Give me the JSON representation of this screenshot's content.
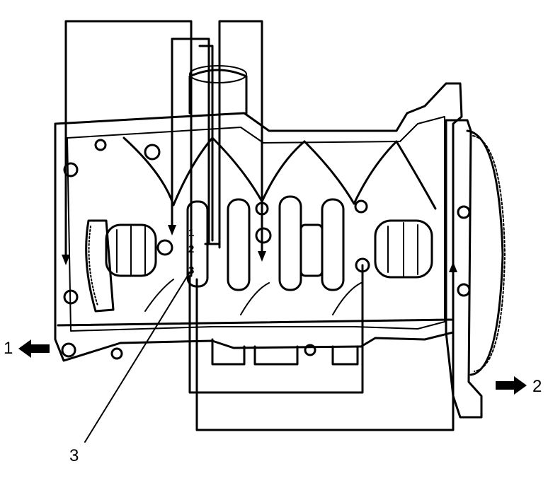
{
  "labels": {
    "callout_1": "1",
    "callout_2": "2",
    "callout_3": "3",
    "mark_1": "1",
    "mark_2": "2",
    "mark_3": "3"
  },
  "colors": {
    "ink": "#000000",
    "paper": "#ffffff"
  },
  "icons": [
    "arrow-left-icon",
    "arrow-right-icon"
  ]
}
